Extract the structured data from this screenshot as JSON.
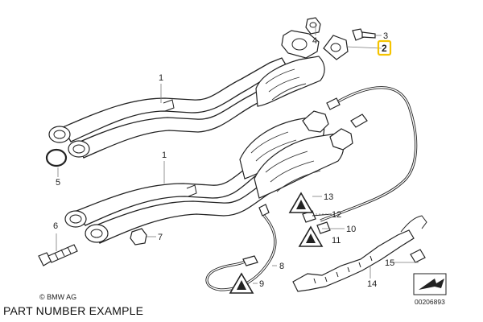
{
  "callouts": {
    "c1_top": "1",
    "c1_bottom": "1",
    "c2": "2",
    "c3": "3",
    "c4": "4",
    "c5": "5",
    "c6": "6",
    "c7": "7",
    "c8": "8",
    "c9": "9",
    "c10": "10",
    "c11": "11",
    "c12": "12",
    "c13": "13",
    "c14": "14",
    "c15": "15"
  },
  "highlight_color": "#f5c400",
  "copyright": "© BMW AG",
  "caption": "PART NUMBER EXAMPLE",
  "drawing_number": "00206893"
}
